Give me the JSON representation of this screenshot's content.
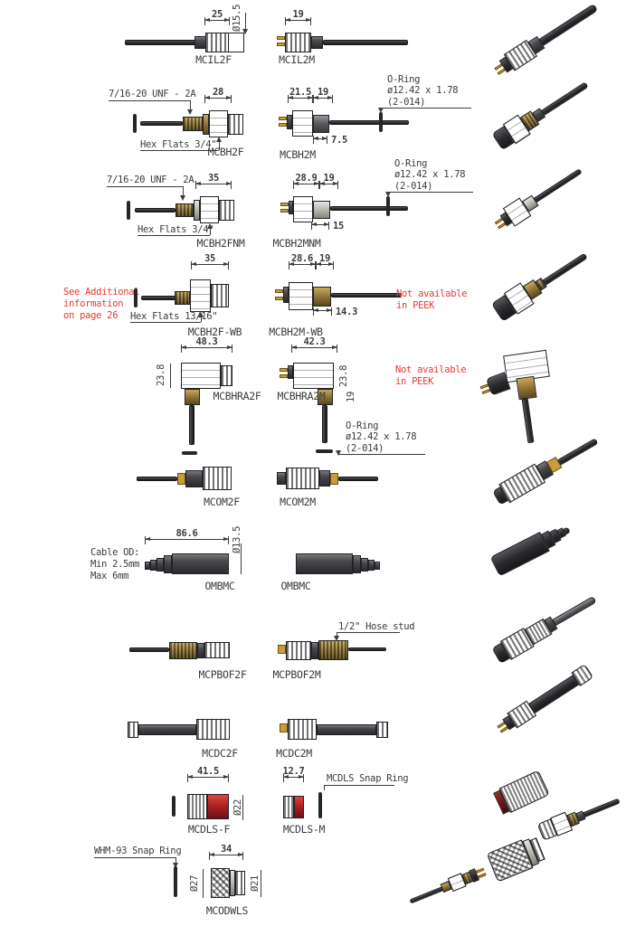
{
  "colors": {
    "line": "#3b3b3d",
    "red_text": "#e8392e",
    "brass": "#95793a",
    "body_dark": "#46464b",
    "metal_light": "#bdbdb6",
    "part_red": "#b02025"
  },
  "notes": {
    "oring": [
      "O-Ring",
      "ø12.42 x 1.78",
      "(2-014)"
    ],
    "thread": "7/16-20 UNF - 2A",
    "hex_34": "Hex Flats 3/4\"",
    "hex_1316": "Hex Flats 13/16\"",
    "see_additional": [
      "See Additional",
      "information",
      "on page 26"
    ],
    "not_available": [
      "Not available",
      "in PEEK"
    ],
    "cable_od": [
      "Cable OD:",
      "Min 2.5mm",
      "Max 6mm"
    ],
    "hose_stud": "1/2\" Hose stud",
    "mcdls_snap_ring": "MCDLS Snap Ring",
    "whm_snap_ring": "WHM-93 Snap Ring"
  },
  "parts": {
    "mcil2f": {
      "label": "MCIL2F",
      "len": "25",
      "dia": "Ø15.5"
    },
    "mcil2m": {
      "label": "MCIL2M",
      "len": "19"
    },
    "mcbh2f": {
      "label": "MCBH2F",
      "len": "28"
    },
    "mcbh2m": {
      "label": "MCBH2M",
      "d1": "21.5",
      "d2": "19",
      "d3": "7.5"
    },
    "mcbh2fnm": {
      "label": "MCBH2FNM",
      "len": "35"
    },
    "mcbh2mnm": {
      "label": "MCBH2MNM",
      "d1": "28.9",
      "d2": "19",
      "d3": "15"
    },
    "mcbh2fwb": {
      "label": "MCBH2F-WB",
      "len": "35"
    },
    "mcbh2mwb": {
      "label": "MCBH2M-WB",
      "d1": "28.6",
      "d2": "19",
      "d3": "14.3"
    },
    "mcbhra2f": {
      "label": "MCBHRA2F",
      "w": "48.3",
      "h": "23.8"
    },
    "mcbhra2m": {
      "label": "MCBHRA2M",
      "w": "42.3",
      "h": "23.8",
      "s": "19"
    },
    "mcom2f": {
      "label": "MCOM2F"
    },
    "mcom2m": {
      "label": "MCOM2M"
    },
    "ombmc": {
      "label": "OMBMC",
      "len": "86.6",
      "dia": "Ø13.5"
    },
    "mcpbof2f": {
      "label": "MCPBOF2F"
    },
    "mcpbof2m": {
      "label": "MCPBOF2M"
    },
    "mcdc2f": {
      "label": "MCDC2F"
    },
    "mcdc2m": {
      "label": "MCDC2M"
    },
    "mcdls_f": {
      "label": "MCDLS-F",
      "len": "41.5",
      "dia": "Ø22"
    },
    "mcdls_m": {
      "label": "MCDLS-M",
      "len": "12.7"
    },
    "mcodwls": {
      "label": "MCODWLS",
      "len": "34",
      "dia_left": "Ø27",
      "dia_right": "Ø21"
    }
  }
}
